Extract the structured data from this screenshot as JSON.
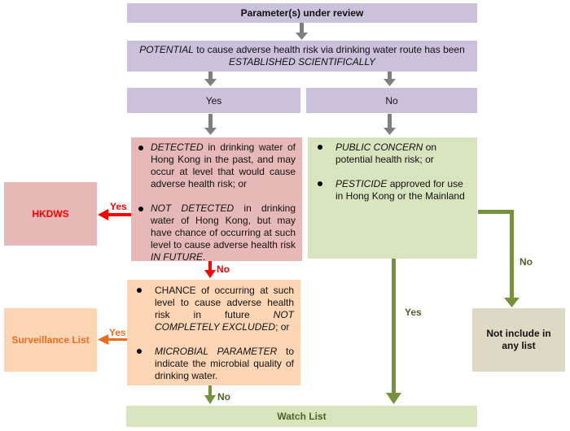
{
  "title": "Parameter(s) under review",
  "question": {
    "line1_italic": "POTENTIAL",
    "line1_rest": " to cause adverse health risk via drinking water route has been",
    "line2_italic": "ESTABLISHED SCIENTIFICALLY"
  },
  "branches": {
    "yes": "Yes",
    "no": "No"
  },
  "detected_box": {
    "items": [
      {
        "italic": "DETECTED",
        "rest": " in drinking water of Hong Kong in the past, and may occur at level that would cause adverse health risk; or"
      },
      {
        "italic": "NOT DETECTED",
        "rest": " in drinking water of Hong Kong, but may have chance of occurring at such level to cause adverse health risk ",
        "italic_end": "IN FUTURE",
        "end": "."
      }
    ]
  },
  "concern_box": {
    "items": [
      {
        "italic": "PUBLIC CONCERN",
        "rest": " on potential health risk; or"
      },
      {
        "italic": "PESTICIDE",
        "rest": " approved for use in Hong Kong or the Mainland"
      }
    ]
  },
  "chance_box": {
    "items": [
      {
        "pre": "CHANCE of occurring at such level to cause adverse health risk in future ",
        "italic": "NOT COMPLETELY EXCLUDED",
        "rest": "; or"
      },
      {
        "italic": "MICROBIAL PARAMETER",
        "rest": " to indicate the microbial quality of drinking water."
      }
    ]
  },
  "outcomes": {
    "hkdws": "HKDWS",
    "surveillance": "Surveillance List",
    "watch": "Watch List",
    "not_include": "Not include in any list"
  },
  "edge_labels": {
    "hkdws_yes": "Yes",
    "detected_no": "No",
    "surveillance_yes": "Yes",
    "chance_no": "No",
    "concern_yes": "Yes",
    "concern_no": "No"
  },
  "colors": {
    "purple": "#ccc1da",
    "pink": "#e6b9b8",
    "green": "#d7e4bd",
    "peach": "#fcd5b5",
    "tan": "#ddd9c4",
    "red": "#ff0000",
    "orange": "#f26b1d",
    "olive": "#76923c",
    "gray": "#7f7f7f"
  }
}
